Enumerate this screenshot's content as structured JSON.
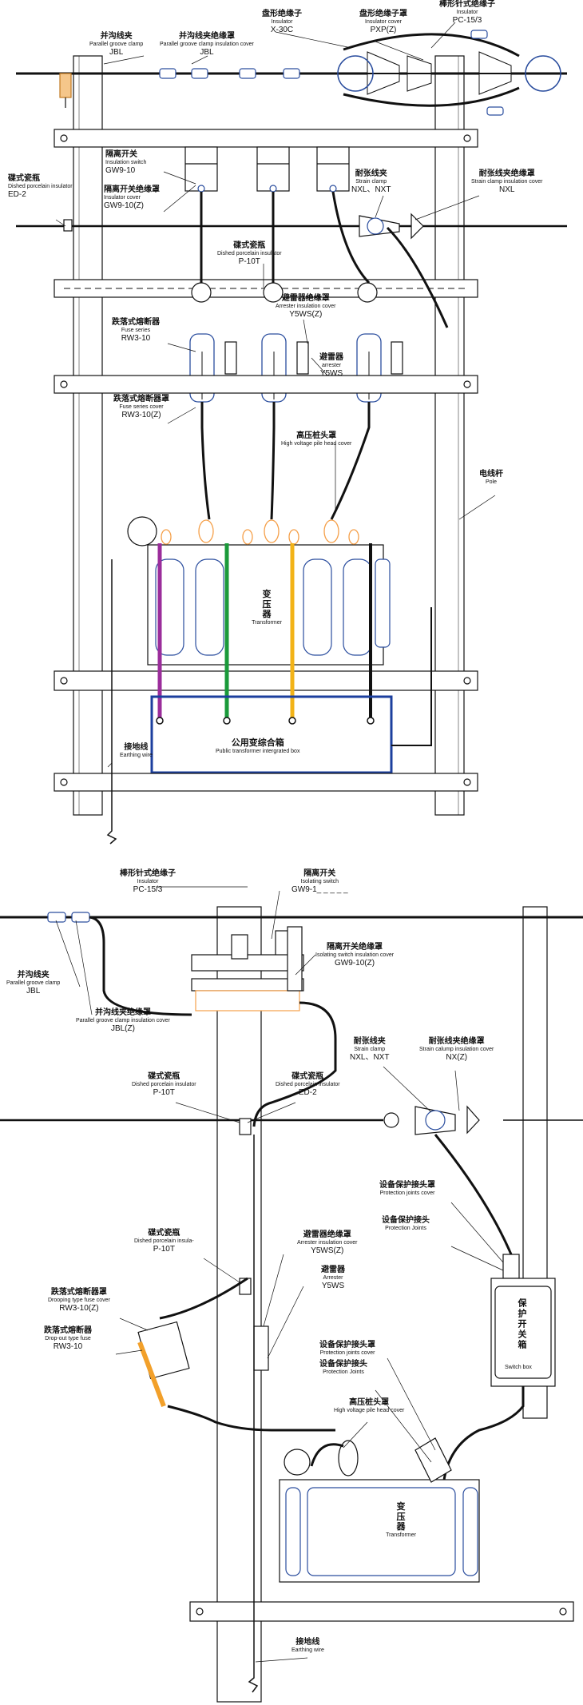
{
  "colors": {
    "line": "#111111",
    "phase_a": "#9b2d9b",
    "phase_b": "#1a9a3a",
    "phase_c": "#f2b318",
    "neutral": "#111111",
    "box": "#1c3f9e",
    "accent": "#f5a04a"
  },
  "top": {
    "labels": [
      {
        "id": "jbl1",
        "zh": "并沟线夹",
        "en": "Parallel groove clamp",
        "code": "JBL"
      },
      {
        "id": "jblcover",
        "zh": "并沟线夹绝缘罩",
        "en": "Parallel groove clamp insulation cover",
        "code": "JBL"
      },
      {
        "id": "x30c",
        "zh": "盘形绝缘子",
        "en": "Insulator",
        "code": "X-30C"
      },
      {
        "id": "pxp",
        "zh": "盘形绝缘子罩",
        "en": "Insulator cover",
        "code": "PXP(Z)"
      },
      {
        "id": "pc153",
        "zh": "棒形针式绝缘子",
        "en": "Insulator",
        "code": "PC-15/3"
      },
      {
        "id": "gw",
        "zh": "隔离开关",
        "en": "Insulation switch",
        "code": "GW9-10"
      },
      {
        "id": "gwz",
        "zh": "隔离开关绝缘罩",
        "en": "Insulator cover",
        "code": "GW9-10(Z)"
      },
      {
        "id": "ed2",
        "zh": "碟式瓷瓶",
        "en": "Dished porcelain insulator",
        "code": "ED-2"
      },
      {
        "id": "nxl",
        "zh": "耐张线夹",
        "en": "Strain clamp",
        "code": "NXL、NXT"
      },
      {
        "id": "nxlcover",
        "zh": "耐张线夹绝缘罩",
        "en": "Strain clamp insulation cover",
        "code": "NXL"
      },
      {
        "id": "p10t",
        "zh": "碟式瓷瓶",
        "en": "Dished porcelain insulator",
        "code": "P-10T"
      },
      {
        "id": "y5wsz",
        "zh": "避雷器绝缘罩",
        "en": "Arrester insulation cover",
        "code": "Y5WS(Z)"
      },
      {
        "id": "rw3",
        "zh": "跌落式熔断器",
        "en": "Fuse series",
        "code": "RW3-10"
      },
      {
        "id": "y5ws",
        "zh": "避雷器",
        "en": "arrester",
        "code": "Y5WS"
      },
      {
        "id": "rw3z",
        "zh": "跌落式熔断器罩",
        "en": "Fuse series cover",
        "code": "RW3-10(Z)"
      },
      {
        "id": "hv",
        "zh": "高压桩头罩",
        "en": "High voltage pile head cover",
        "code": ""
      },
      {
        "id": "pole",
        "zh": "电线杆",
        "en": "Pole",
        "code": ""
      },
      {
        "id": "trans",
        "zh": "变压器",
        "en": "Transformer",
        "code": ""
      },
      {
        "id": "earth",
        "zh": "接地线",
        "en": "Earthing wire",
        "code": ""
      },
      {
        "id": "box",
        "zh": "公用变综合箱",
        "en": "Public transformer intergrated box",
        "code": ""
      }
    ]
  },
  "bottom": {
    "labels": [
      {
        "id": "pc153b",
        "zh": "棒形针式绝缘子",
        "en": "Insulator",
        "code": "PC-15/3"
      },
      {
        "id": "gwb",
        "zh": "隔离开关",
        "en": "Isolating switch",
        "code": "GW9-1_ _ _ _ _"
      },
      {
        "id": "jblb",
        "zh": "并沟线夹",
        "en": "Parallel groove clamp",
        "code": "JBL"
      },
      {
        "id": "gwzb",
        "zh": "隔离开关绝缘罩",
        "en": "Isolating switch insulation cover",
        "code": "GW9-10(Z)"
      },
      {
        "id": "jblzb",
        "zh": "并沟线夹绝缘罩",
        "en": "Parallel groove clamp insulation cover",
        "code": "JBL(Z)"
      },
      {
        "id": "nxlb",
        "zh": "耐张线夹",
        "en": "Strain clamp",
        "code": "NXL、NXT"
      },
      {
        "id": "nxzb",
        "zh": "耐张线夹绝缘罩",
        "en": "Strain calump insulation cover",
        "code": "NX(Z)"
      },
      {
        "id": "p10tb",
        "zh": "碟式瓷瓶",
        "en": "Dished porcelain insulator",
        "code": "P-10T"
      },
      {
        "id": "ed2b",
        "zh": "碟式瓷瓶",
        "en": "Dished porcelain insulator",
        "code": "ED-2"
      },
      {
        "id": "pjc",
        "zh": "设备保护接头罩",
        "en": "Protection joints cover",
        "code": ""
      },
      {
        "id": "pj",
        "zh": "设备保护接头",
        "en": "Protection Joints",
        "code": ""
      },
      {
        "id": "p10tb2",
        "zh": "碟式瓷瓶",
        "en": "Dished porcelain insula-",
        "code": "P-10T"
      },
      {
        "id": "y5wszb",
        "zh": "避雷器绝缘罩",
        "en": "Arrester insulation cover",
        "code": "Y5WS(Z)"
      },
      {
        "id": "y5wsb",
        "zh": "避雷器",
        "en": "Arrester",
        "code": "Y5WS"
      },
      {
        "id": "rw3zb",
        "zh": "跌落式熔断器罩",
        "en": "Drooping type fuse cover",
        "code": "RW3-10(Z)"
      },
      {
        "id": "rw3b",
        "zh": "跌落式熔断器",
        "en": "Drop-out type fuse",
        "code": "RW3-10"
      },
      {
        "id": "pjc2",
        "zh": "设备保护接头罩",
        "en": "Protection joints cover",
        "code": ""
      },
      {
        "id": "pj2",
        "zh": "设备保护接头",
        "en": "Protection Joints",
        "code": ""
      },
      {
        "id": "hvb",
        "zh": "高压桩头罩",
        "en": "High voltage pile head cover",
        "code": ""
      },
      {
        "id": "transb",
        "zh": "变压器",
        "en": "Transformer",
        "code": ""
      },
      {
        "id": "earthb",
        "zh": "接地线",
        "en": "Earthing wire",
        "code": ""
      }
    ],
    "switchbox": {
      "zh": "保护开关箱",
      "en": "Switch box"
    }
  }
}
